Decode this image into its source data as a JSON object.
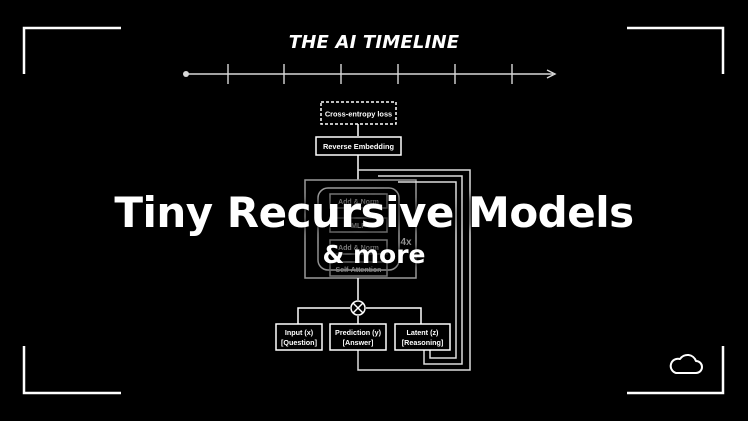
{
  "series": {
    "title": "THE AI TIMELINE"
  },
  "headline": {
    "title": "Tiny Recursive Models",
    "subtitle": "& more"
  },
  "diagram": {
    "loss": "Cross-entropy loss",
    "reverse_embedding": "Reverse Embedding",
    "block_top_1": "Add & Norm",
    "block_top_2": "MLP",
    "block_bottom_1": "Add & Norm",
    "block_bottom_2": "Self-Attention",
    "repeat": "4x",
    "input_line1": "Input (x)",
    "input_line2": "[Question]",
    "prediction_line1": "Prediction (y)",
    "prediction_line2": "[Answer]",
    "latent_line1": "Latent (z)",
    "latent_line2": "[Reasoning]"
  },
  "icons": {
    "corner_icon": "cloud-icon"
  },
  "colors": {
    "background": "#000000",
    "foreground": "#ffffff",
    "dim_diagram": "#9a9a9a"
  }
}
